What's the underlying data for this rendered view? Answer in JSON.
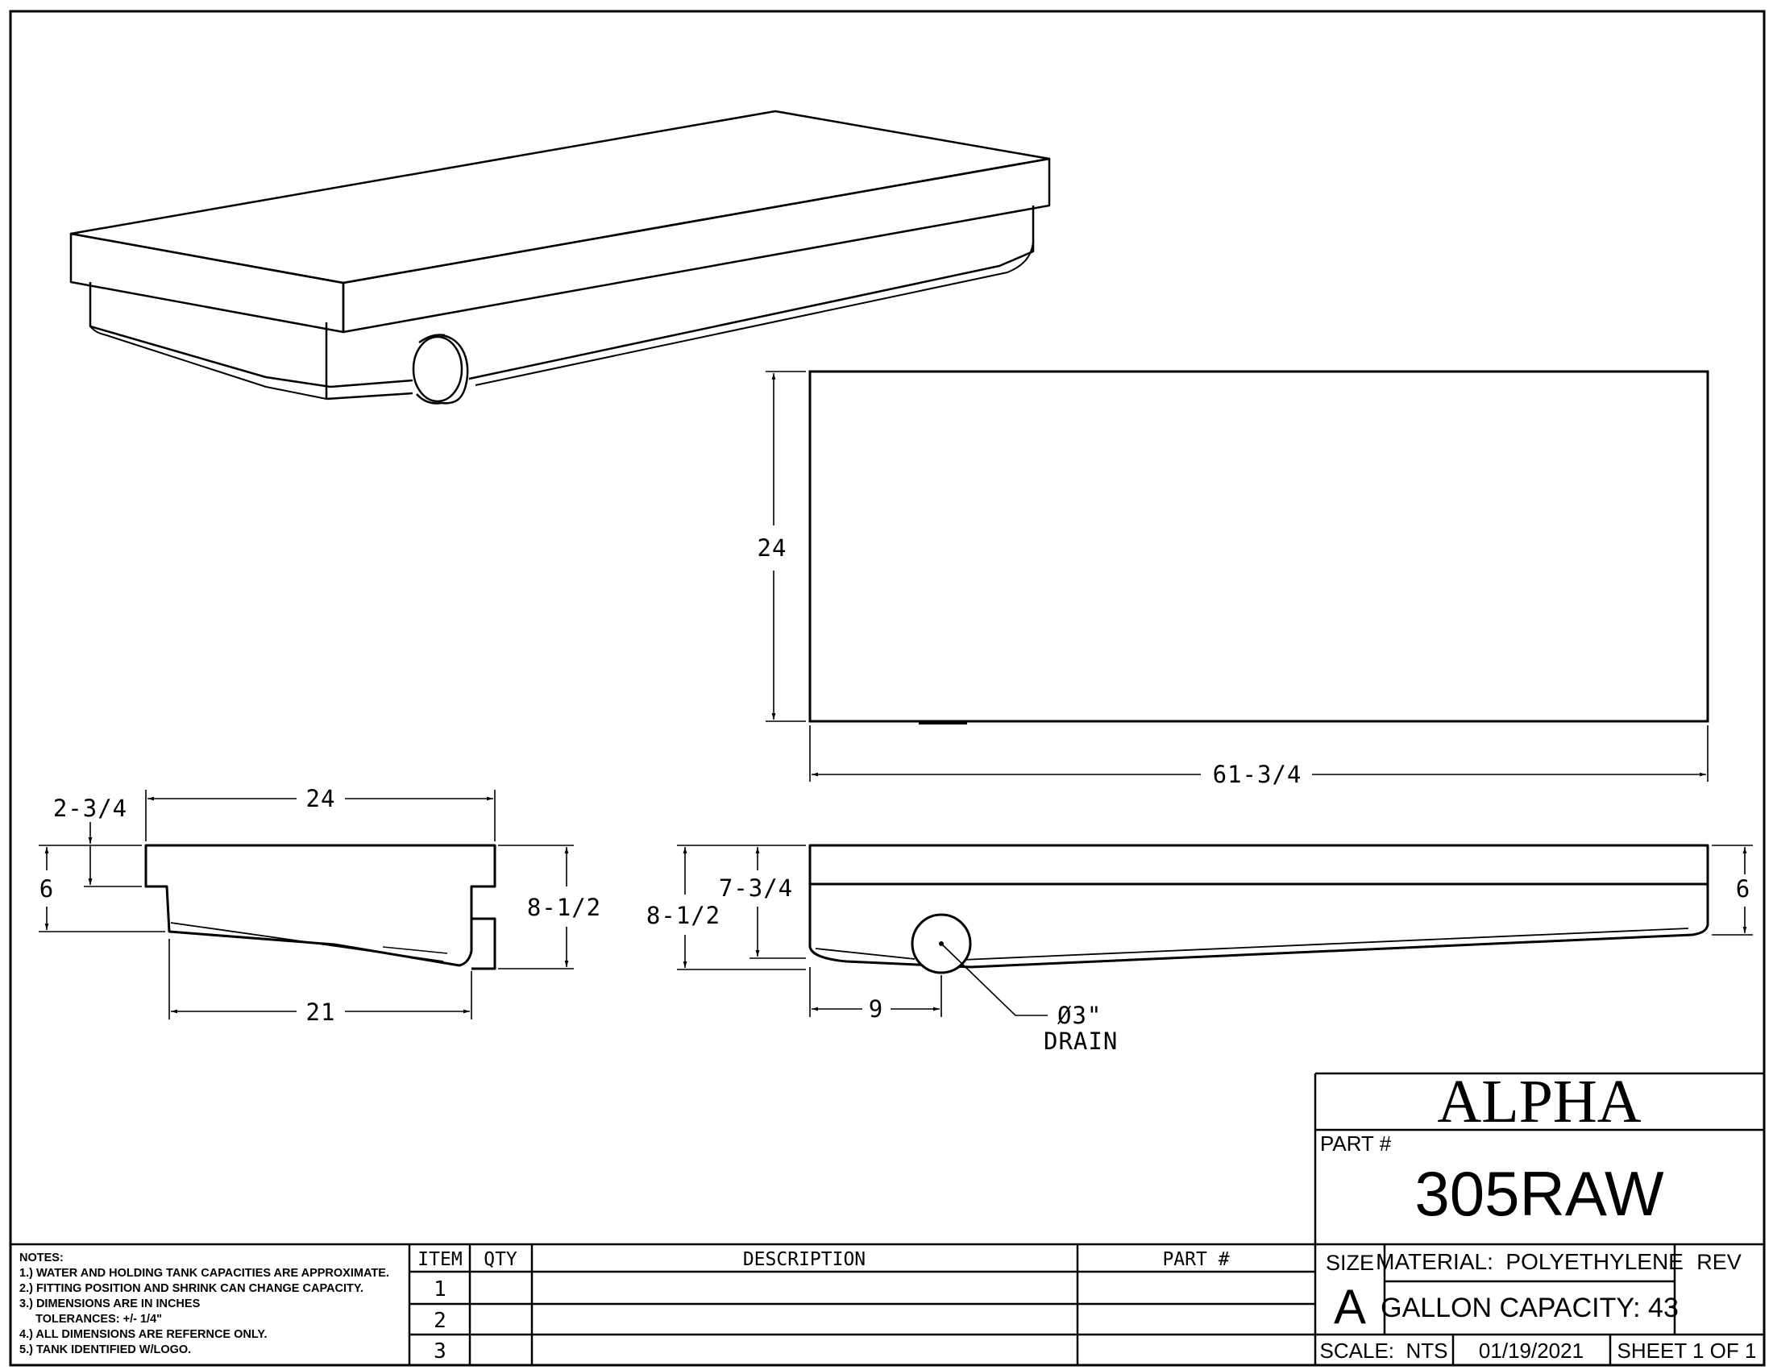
{
  "views": {
    "top": {
      "width": "61-3/4",
      "height": "24"
    },
    "end": {
      "top_width": "24",
      "bottom_width": "21",
      "lip": "2-3/4",
      "side": "6",
      "overall": "8-1/2"
    },
    "side": {
      "overall": "8-1/2",
      "inner": "7-3/4",
      "side": "6",
      "drain_offset": "9",
      "drain_size": "Ø3\"",
      "drain_label": "DRAIN"
    }
  },
  "notes": {
    "heading": "NOTES:",
    "lines": [
      "1.) WATER AND HOLDING TANK CAPACITIES ARE APPROXIMATE.",
      "2.) FITTING POSITION AND SHRINK CAN CHANGE CAPACITY.",
      "3.) DIMENSIONS ARE IN INCHES",
      "     TOLERANCES: +/- 1/4\"",
      "4.) ALL DIMENSIONS ARE REFERNCE ONLY.",
      "5.) TANK IDENTIFIED W/LOGO."
    ]
  },
  "parts_list": {
    "headers": {
      "item": "ITEM",
      "qty": "QTY",
      "description": "DESCRIPTION",
      "part": "PART #"
    },
    "rows": [
      {
        "item": "1",
        "qty": "",
        "description": "",
        "part": ""
      },
      {
        "item": "2",
        "qty": "",
        "description": "",
        "part": ""
      },
      {
        "item": "3",
        "qty": "",
        "description": "",
        "part": ""
      }
    ]
  },
  "title_block": {
    "company": "ALPHA",
    "part_label": "PART #",
    "part_number": "305RAW",
    "size_label": "SIZE",
    "size": "A",
    "material": "MATERIAL:  POLYETHYLENE",
    "capacity": "GALLON CAPACITY: 43",
    "rev_label": "REV",
    "scale": "SCALE:  NTS",
    "date": "01/19/2021",
    "sheet": "SHEET 1 OF 1"
  }
}
